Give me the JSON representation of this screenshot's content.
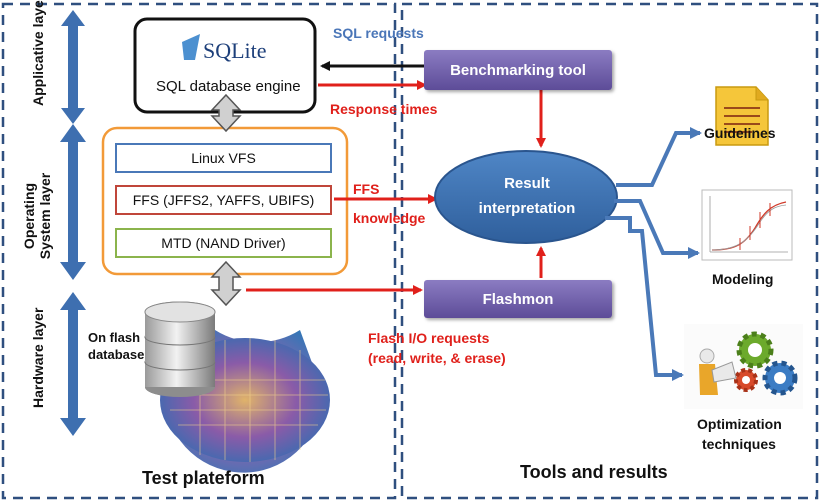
{
  "layers": {
    "applicative": "Applicative layer",
    "os": "Operating System layer",
    "hardware": "Hardware layer"
  },
  "sqlite": {
    "logo": "SQLite",
    "engine_label": "SQL database engine"
  },
  "fs_stack": {
    "vfs": "Linux VFS",
    "ffs": "FFS (JFFS2, YAFFS, UBIFS)",
    "mtd": "MTD (NAND Driver)"
  },
  "flash": {
    "db_label_1": "On flash",
    "db_label_2": "database"
  },
  "tools": {
    "benchmarking": "Benchmarking tool",
    "flashmon": "Flashmon",
    "result_1": "Result",
    "result_2": "interpretation"
  },
  "flows": {
    "sql_requests": "SQL requests",
    "response_times": "Response times",
    "ffs_1": "FFS",
    "ffs_2": "knowledge",
    "flash_io_1": "Flash I/O requests",
    "flash_io_2": "(read, write, & erase)"
  },
  "outputs": {
    "guidelines": "Guidelines",
    "modeling": "Modeling",
    "optimization_1": "Optimization",
    "optimization_2": "techniques"
  },
  "sections": {
    "left": "Test plateform",
    "right": "Tools and results"
  },
  "colors": {
    "panel_border": "#2f4f7f",
    "purple": "#6b5aa6",
    "blue_arrow": "#4a79b8",
    "red_arrow": "#e0201b",
    "ellipse": "#3f74b5"
  }
}
